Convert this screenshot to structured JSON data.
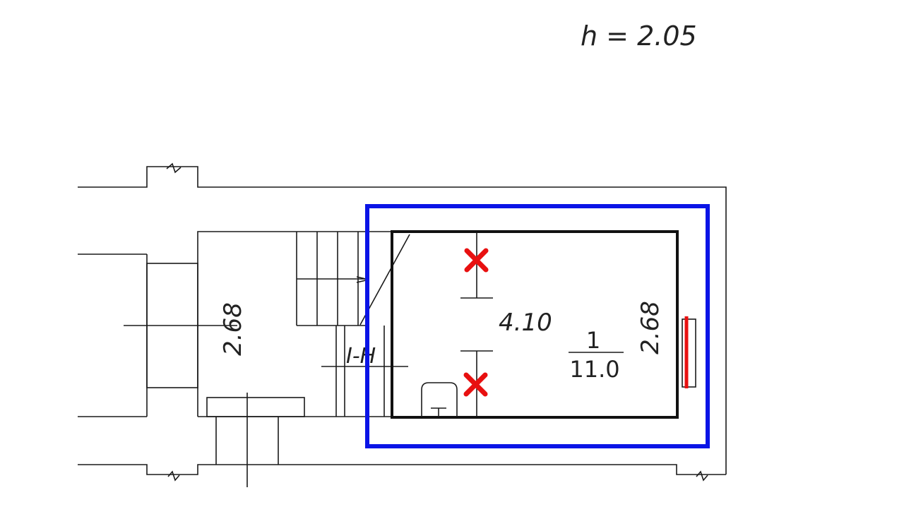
{
  "height_label": "h = 2.05",
  "rooms": {
    "stair_hall": {
      "width_label": "2.68"
    },
    "corridor": {
      "label": "I-H"
    },
    "main_room": {
      "length_label": "4.10",
      "width_label": "2.68",
      "number": "1",
      "area": "11.0"
    }
  },
  "colors": {
    "boundary": "#0a14e6",
    "marker": "#e81010",
    "line": "#1a1a1a"
  },
  "icons": {
    "marker": "x-mark-icon",
    "radiator": "radiator-icon"
  }
}
